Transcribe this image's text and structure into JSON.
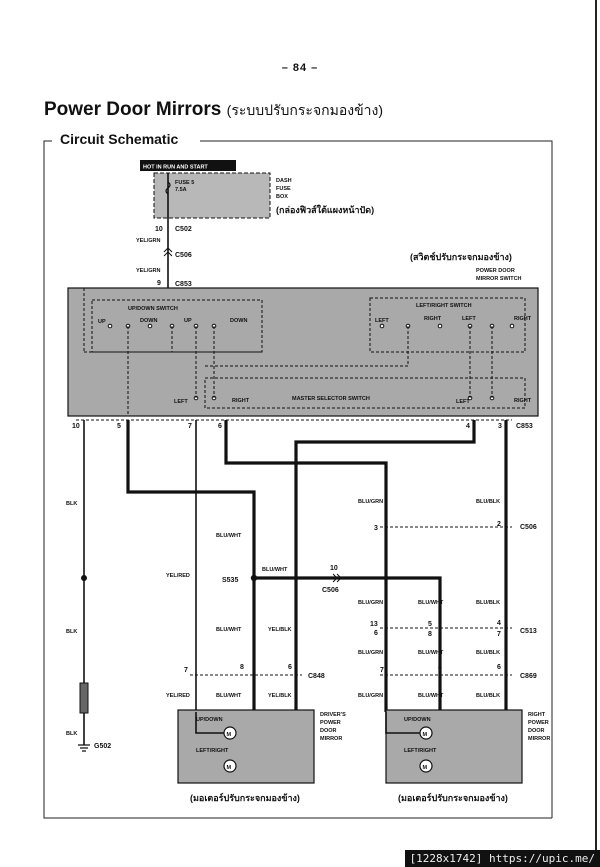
{
  "page_number": "– 84 –",
  "title": "Power Door Mirrors",
  "title_thai": "(ระบบปรับกระจกมองข้าง)",
  "section": "Circuit Schematic",
  "watermark": "[1228x1742] https://upic.me/",
  "fuse_box": {
    "hot_label": "HOT IN RUN AND START",
    "fuse": "FUSE 5",
    "rating": "7.5A",
    "box_l1": "DASH",
    "box_l2": "FUSE",
    "box_l3": "BOX",
    "box_thai": "(กล่องฟิวส์ใต้แผงหน้าปัด)"
  },
  "switch": {
    "thai": "(สวิตช์ปรับกระจกมองข้าง)",
    "name_l1": "POWER DOOR",
    "name_l2": "MIRROR SWITCH",
    "updown_title": "UP/DOWN SWITCH",
    "leftright_title": "LEFT/RIGHT SWITCH",
    "master_title": "MASTER SELECTOR SWITCH",
    "up": "UP",
    "down": "DOWN",
    "left": "LEFT",
    "right": "RIGHT"
  },
  "connectors": {
    "c502": "C502",
    "c506": "C506",
    "c853": "C853",
    "c513": "C513",
    "c848": "C848",
    "c869": "C869",
    "s535": "S535",
    "g502": "G502"
  },
  "wire_colors": {
    "yel_grn": "YEL/GRN",
    "blk": "BLK",
    "blu_wht": "BLU/WHT",
    "blu_grn": "BLU/GRN",
    "blu_blk": "BLU/BLK",
    "yel_red": "YEL/RED",
    "yel_blk": "YEL/BLK"
  },
  "pins": [
    "10",
    "9",
    "5",
    "7",
    "6",
    "4",
    "3",
    "2",
    "13",
    "8"
  ],
  "mirrors": {
    "updown": "UP/DOWN",
    "leftright": "LEFT/RIGHT",
    "motor": "M",
    "driver_l1": "DRIVER'S",
    "driver_l2": "POWER",
    "driver_l3": "DOOR",
    "driver_l4": "MIRROR",
    "right_l1": "RIGHT",
    "right_l2": "POWER",
    "right_l3": "DOOR",
    "right_l4": "MIRROR",
    "thai": "(มอเตอร์ปรับกระจกมองข้าง)"
  }
}
